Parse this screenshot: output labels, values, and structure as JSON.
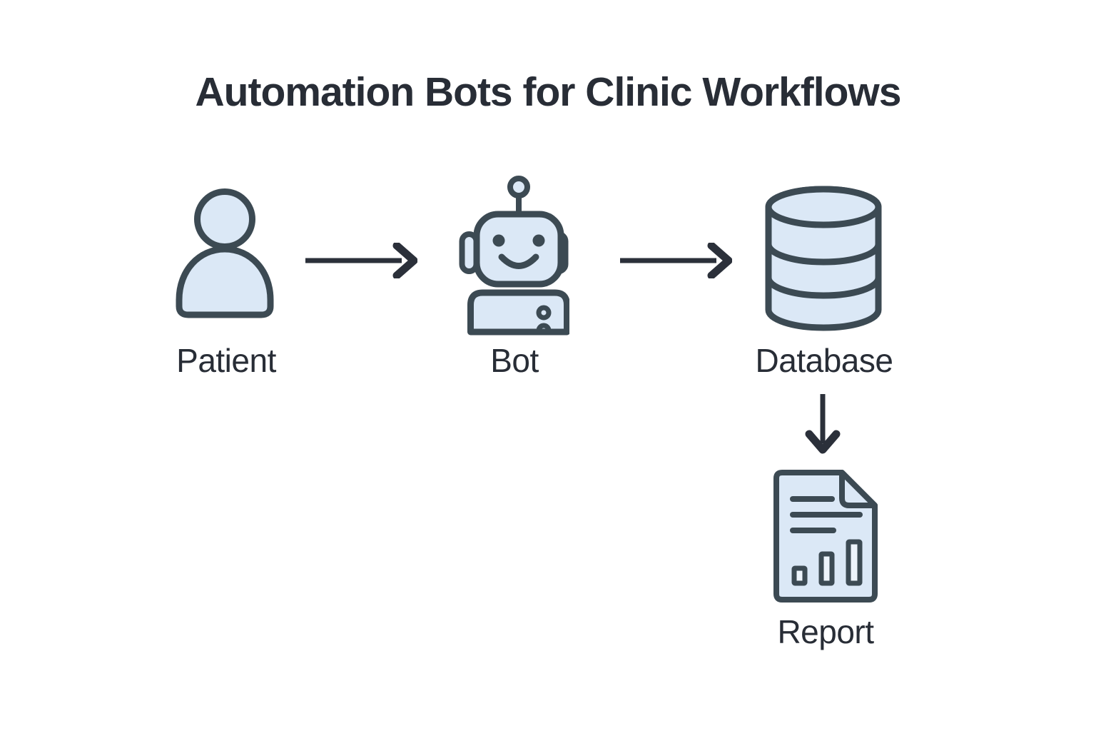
{
  "title": "Automation Bots for Clinic Workflows",
  "diagram": {
    "type": "flowchart",
    "nodes": [
      {
        "id": "patient",
        "label": "Patient",
        "icon": "person-icon"
      },
      {
        "id": "bot",
        "label": "Bot",
        "icon": "robot-icon"
      },
      {
        "id": "database",
        "label": "Database",
        "icon": "database-cylinder-icon"
      },
      {
        "id": "report",
        "label": "Report",
        "icon": "report-document-icon"
      }
    ],
    "edges": [
      {
        "from": "patient",
        "to": "bot",
        "direction": "right"
      },
      {
        "from": "bot",
        "to": "database",
        "direction": "right"
      },
      {
        "from": "database",
        "to": "report",
        "direction": "down"
      }
    ]
  },
  "theme": {
    "background": "#ffffff",
    "icon_fill": "#dbe8f6",
    "icon_fill_light": "#edf4fb",
    "icon_stroke": "#3c4a53",
    "text_color": "#282d36",
    "arrow_color": "#2b303a"
  }
}
